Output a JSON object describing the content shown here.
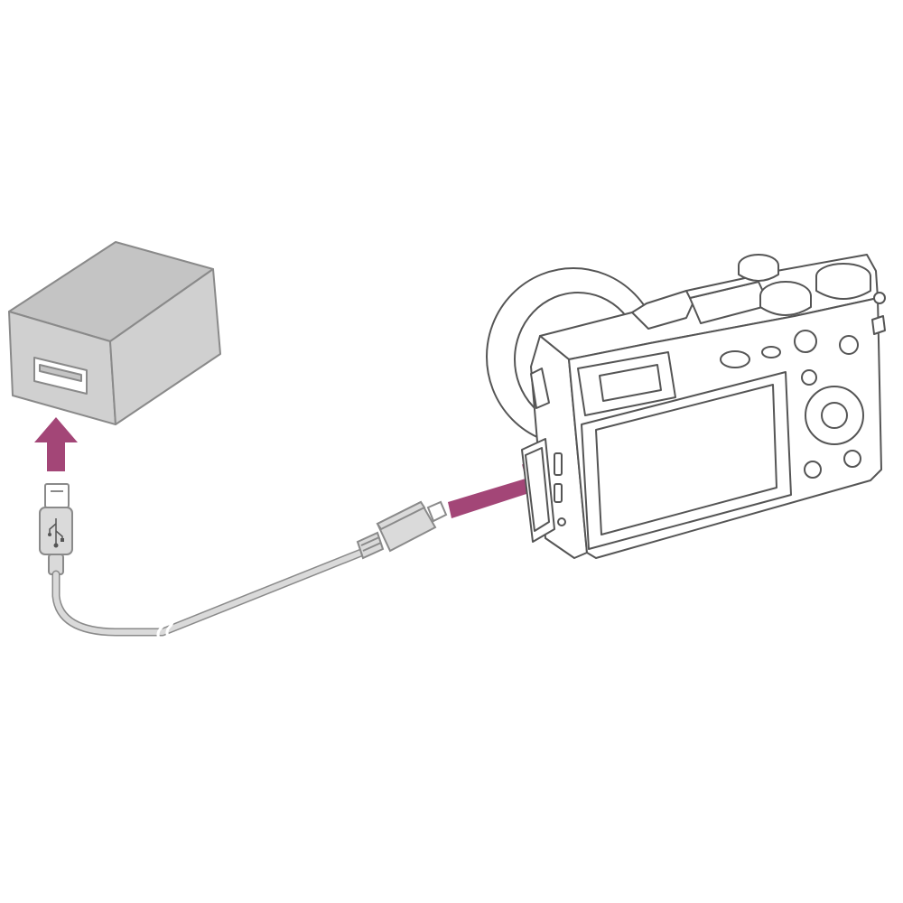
{
  "illustration": {
    "background_color": "#ffffff",
    "colors": {
      "arrow": "#a34677",
      "adapter_fill": "#d0d0d0",
      "adapter_top": "#c4c4c4",
      "adapter_outline": "#8a8a8a",
      "cable": "#dadada",
      "cable_outline": "#8a8a8a",
      "camera_outline": "#555555",
      "camera_fill": "#ffffff"
    },
    "parts": [
      {
        "id": "ac-adapter",
        "icon": "power-adapter-icon"
      },
      {
        "id": "usb-a-plug",
        "icon": "usb-plug-icon"
      },
      {
        "id": "usb-symbol",
        "icon": "usb-icon"
      },
      {
        "id": "usb-cable",
        "icon": "cable-icon"
      },
      {
        "id": "micro-usb-plug",
        "icon": "micro-usb-plug-icon"
      },
      {
        "id": "camera",
        "icon": "camera-icon"
      }
    ],
    "arrows": [
      {
        "id": "insert-into-adapter",
        "direction": "up"
      },
      {
        "id": "insert-into-camera",
        "direction": "up-right"
      }
    ]
  }
}
